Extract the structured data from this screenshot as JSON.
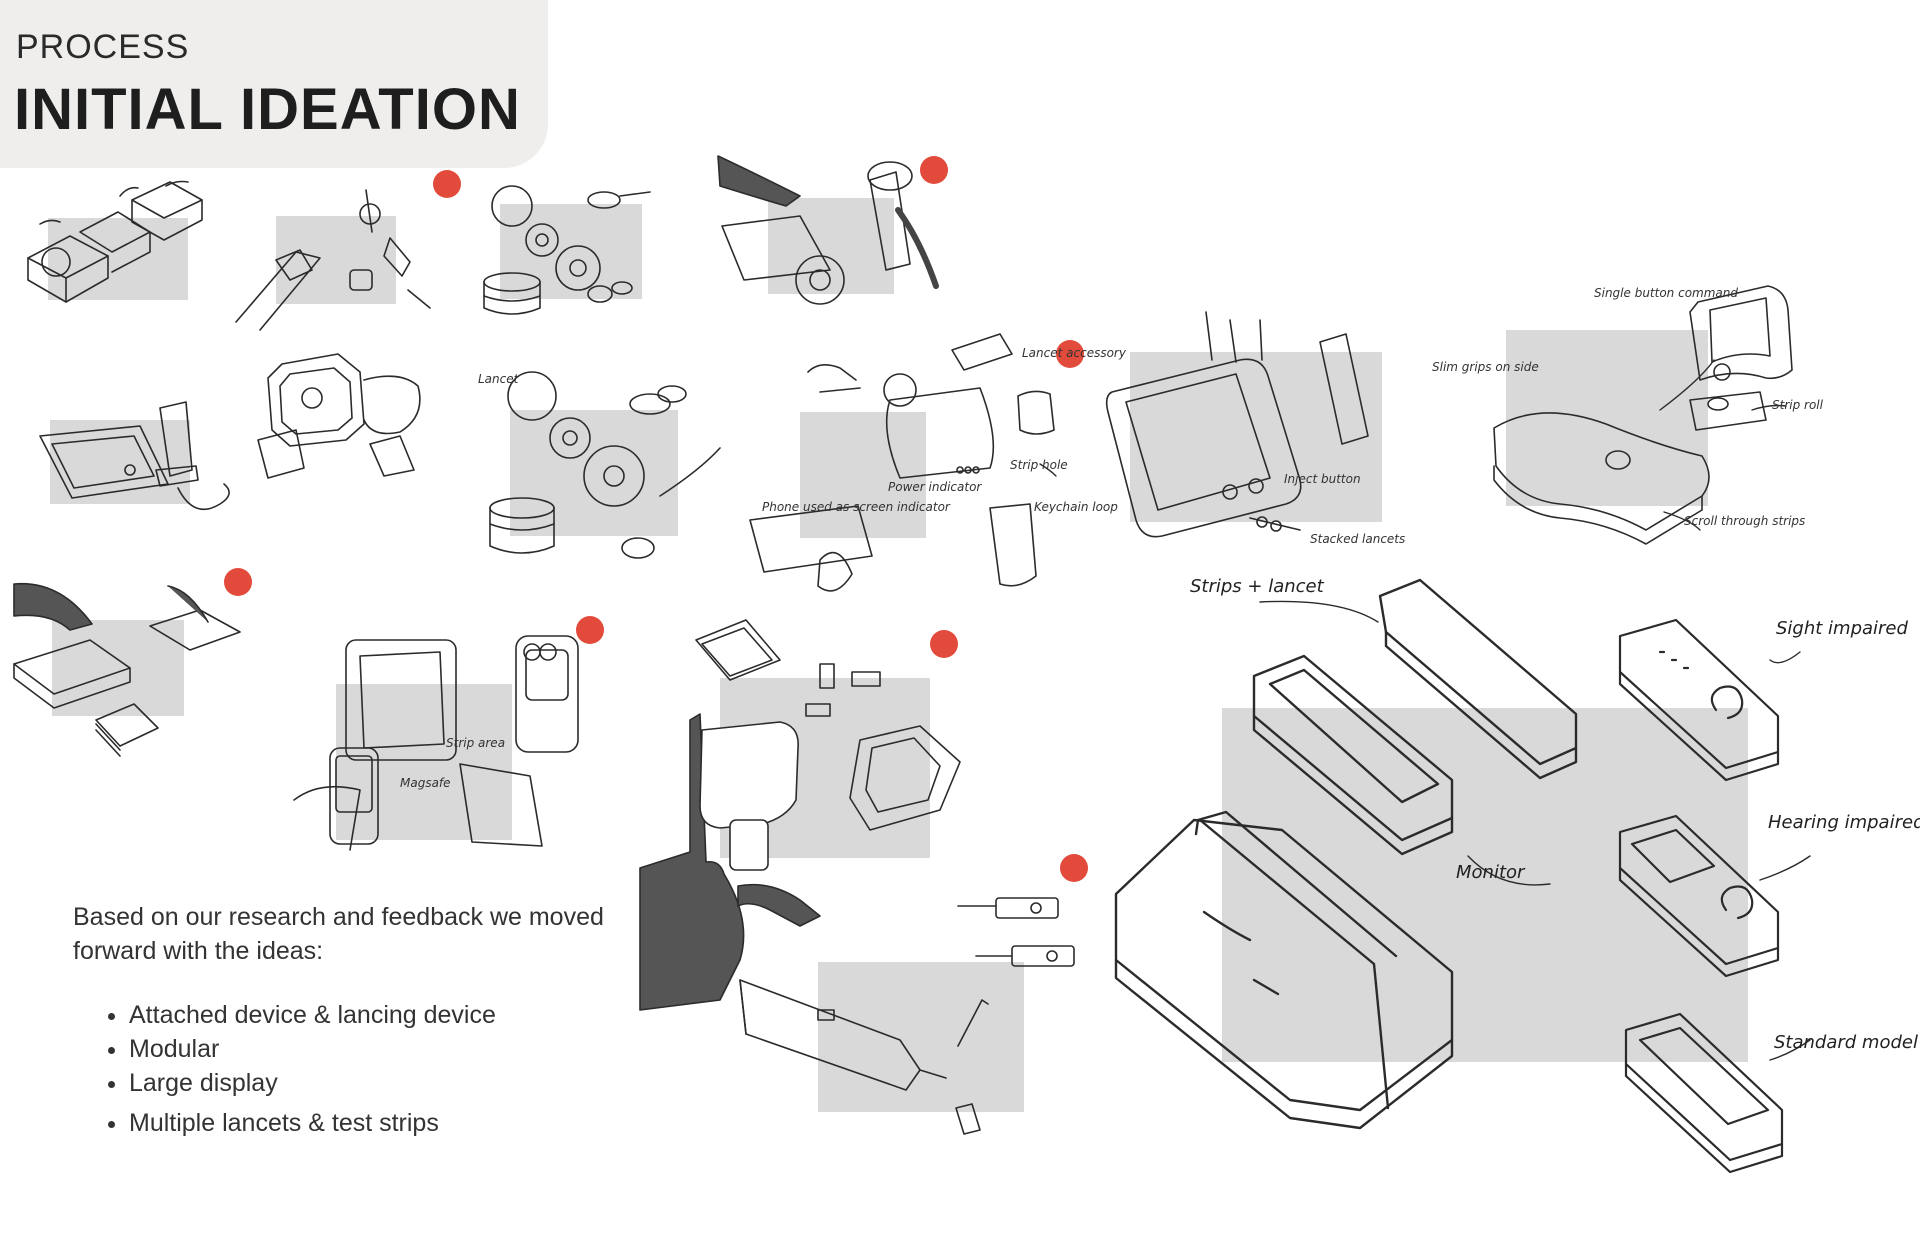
{
  "header": {
    "kicker": "PROCESS",
    "title": "INITIAL IDEATION"
  },
  "summary": {
    "intro": "Based on our research and feedback we moved forward with the ideas:",
    "bullets": [
      "Attached device & lancing device",
      "Modular",
      "Large display",
      "Multiple lancets & test strips"
    ]
  },
  "annotations": {
    "power_indicator": "Power indicator",
    "strip_hole": "Strip hole",
    "keychain_loop": "Keychain loop",
    "lancet_accessory": "Lancet accessory",
    "phone_used_as": "Phone used as screen indicator",
    "single_button": "Single button command",
    "slim_grips": "Slim grips on side",
    "strip_roll": "Strip roll",
    "scroll_strips": "Scroll through strips",
    "inject_button": "Inject button",
    "stacked_lancets": "Stacked lancets",
    "strips_lancet": "Strips + lancet",
    "monitor": "Monitor",
    "sight_impaired": "Sight impaired",
    "hearing_impaired": "Hearing impaired",
    "standard_model": "Standard model",
    "lancet": "Lancet",
    "magsafe": "Magsafe",
    "strip_area": "Strip area"
  },
  "colors": {
    "accent_dot": "#e24a3b",
    "panel_gray": "#d9d9d9",
    "header_bg": "#efeeec"
  }
}
